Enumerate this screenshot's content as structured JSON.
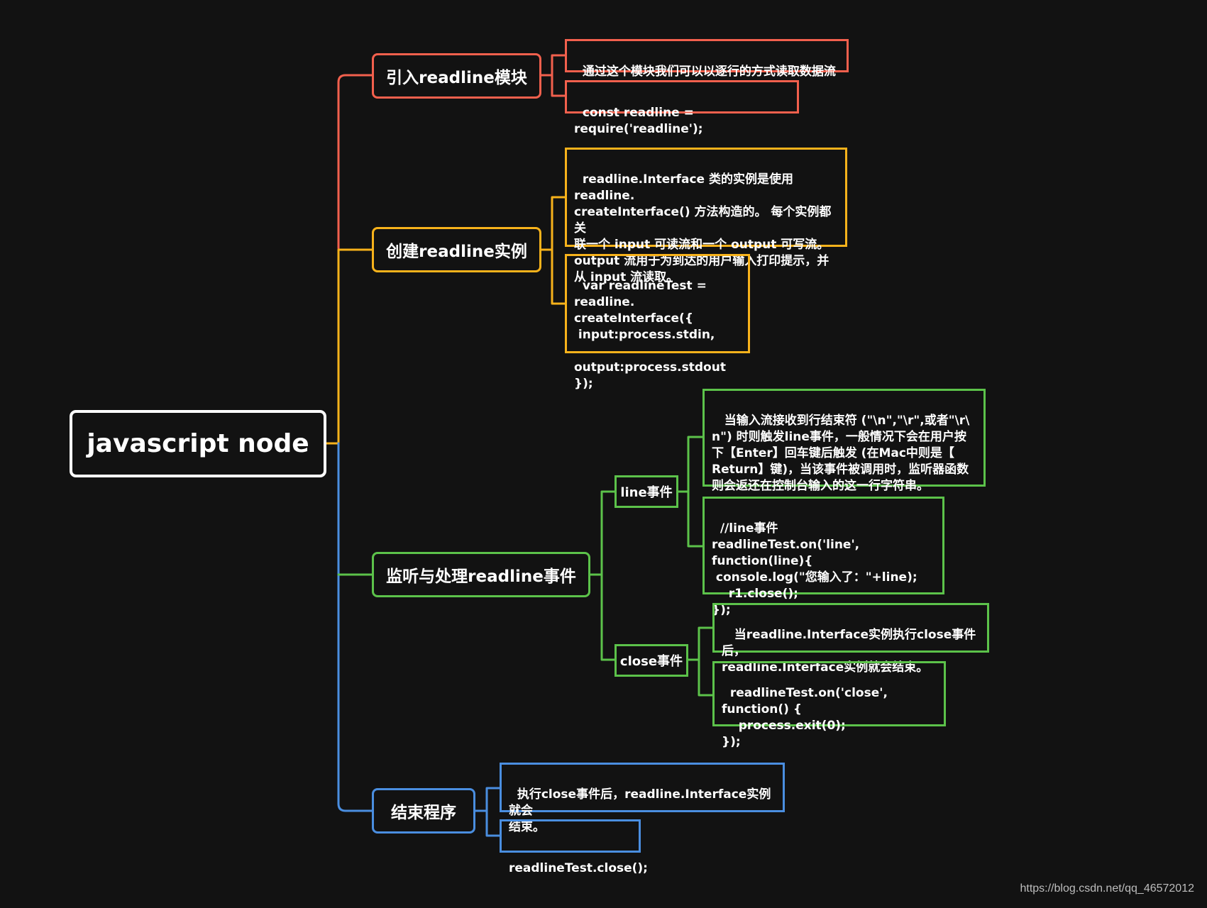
{
  "root": {
    "label": "javascript node"
  },
  "branches": [
    {
      "label": "引入readline模块",
      "color": "#f2604d",
      "leaves": [
        "通过这个模块我们可以以逐行的方式读取数据流",
        "const readline = require('readline');"
      ]
    },
    {
      "label": "创建readline实例",
      "color": "#f7b21b",
      "leaves": [
        "readline.Interface 类的实例是使用 readline.\ncreateInterface() 方法构造的。 每个实例都关\n联一个 input 可读流和一个 output 可写流。\noutput 流用于为到达的用户输入打印提示，并\n从 input 流读取。",
        "var readlineTest = readline.\ncreateInterface({\n input:process.stdin,\n    output:process.stdout\n});"
      ]
    },
    {
      "label": "监听与处理readline事件",
      "color": "#5cc24a",
      "subs": [
        {
          "label": "line事件",
          "leaves": [
            " 当输入流接收到行结束符 (\"\\n\",\"\\r\",或者\"\\r\\\nn\") 时则触发line事件，一般情况下会在用户按\n下【Enter】回车键后触发 (在Mac中则是【\nReturn】键)，当该事件被调用时，监听器函数\n则会返还在控制台输入的这一行字符串。",
            "//line事件\nreadlineTest.on('line', function(line){\n console.log(\"您输入了：\"+line);\n    r1.close();\n});"
          ]
        },
        {
          "label": "close事件",
          "leaves": [
            " 当readline.Interface实例执行close事件后，\nreadline.Interface实例就会结束。",
            "readlineTest.on('close', function() {\n    process.exit(0);\n});"
          ]
        }
      ]
    },
    {
      "label": "结束程序",
      "color": "#4a8ee0",
      "leaves": [
        "执行close事件后，readline.Interface实例就会\n结束。",
        "readlineTest.close();"
      ]
    }
  ],
  "watermark": "https://blog.csdn.net/qq_46572012"
}
